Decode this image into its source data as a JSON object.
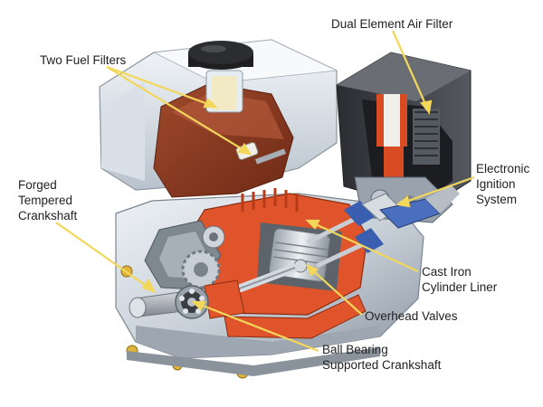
{
  "labels": {
    "fuel_filters": "Two Fuel Filters",
    "air_filter": "Dual Element Air Filter",
    "crankshaft": [
      "Forged",
      "Tempered",
      "Crankshaft"
    ],
    "ignition": [
      "Electronic",
      "Ignition",
      "System"
    ],
    "cylinder_liner": [
      "Cast Iron",
      "Cylinder Liner"
    ],
    "valves": "Overhead Valves",
    "ball_bearing": [
      "Ball Bearing",
      "Supported Crankshaft"
    ]
  },
  "colors": {
    "leader_line": "#f2d75a",
    "cutaway": "#e0542b",
    "fuel_tank_cut": "#8a3a22",
    "engine_body": "#c9d1d9",
    "air_filter_housing": "#3d3f45",
    "label_text": "#222222"
  }
}
